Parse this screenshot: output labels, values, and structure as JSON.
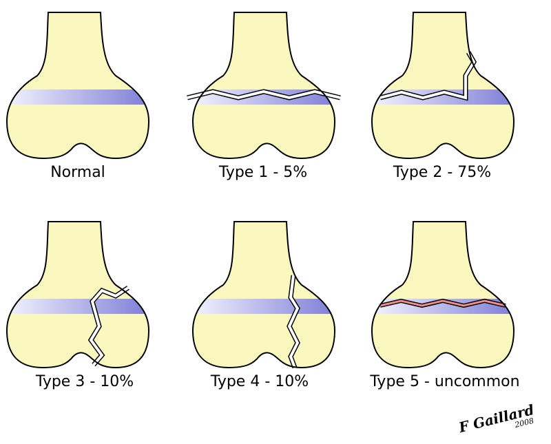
{
  "panels": [
    {
      "id": "normal",
      "label": "Normal"
    },
    {
      "id": "type1",
      "label": "Type 1 - 5%"
    },
    {
      "id": "type2",
      "label": "Type 2 - 75%"
    },
    {
      "id": "type3",
      "label": "Type 3 - 10%"
    },
    {
      "id": "type4",
      "label": "Type 4 - 10%"
    },
    {
      "id": "type5",
      "label": "Type 5 - uncommon"
    }
  ],
  "signature": {
    "name": "F Gaillard",
    "year": "2008"
  },
  "colors": {
    "bone": "#fbf8bf",
    "outline": "#000000",
    "physis": "#7c7cd6",
    "physis_light": "#f4f4ff",
    "fracture": "#ffffff",
    "crush": "#f08c8c"
  }
}
